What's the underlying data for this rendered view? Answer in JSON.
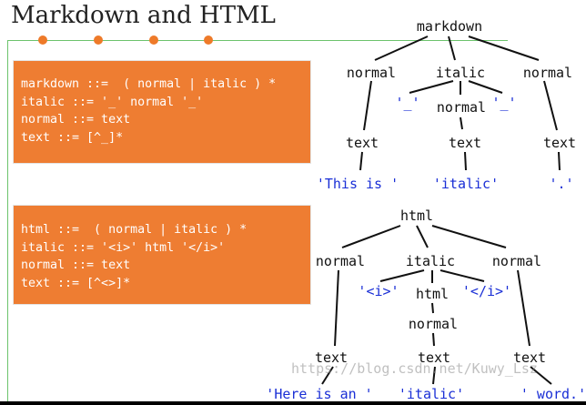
{
  "slide": {
    "title": "Markdown and HTML",
    "watermark": "https://blog.csdn.net/Kuwy_Lsz"
  },
  "grammars": {
    "markdown": [
      "markdown ::=  ( normal | italic ) *",
      "italic ::= '_' normal '_'",
      "normal ::= text",
      "text ::= [^_]*"
    ],
    "html": [
      "html ::=  ( normal | italic ) *",
      "italic ::= '<i>' html '</i>'",
      "normal ::= text",
      "text ::= [^<>]*"
    ]
  },
  "trees": {
    "markdown": {
      "root": "markdown",
      "normal_1": "normal",
      "italic": "italic",
      "normal_2": "normal",
      "open_tag": "'_'",
      "inner_normal": "normal",
      "close_tag": "'_'",
      "text_1": "text",
      "text_2": "text",
      "text_3": "text",
      "leaf_1": "'This is '",
      "leaf_2": "'italic'",
      "leaf_3": "'.'"
    },
    "html": {
      "root": "html",
      "normal_1": "normal",
      "italic": "italic",
      "normal_2": "normal",
      "open_tag": "'<i>'",
      "inner_html": "html",
      "close_tag": "'</i>'",
      "inner_normal": "normal",
      "text_1": "text",
      "text_2": "text",
      "text_3": "text",
      "leaf_1": "'Here is an '",
      "leaf_2": "'italic'",
      "leaf_3": "' word.'"
    }
  }
}
